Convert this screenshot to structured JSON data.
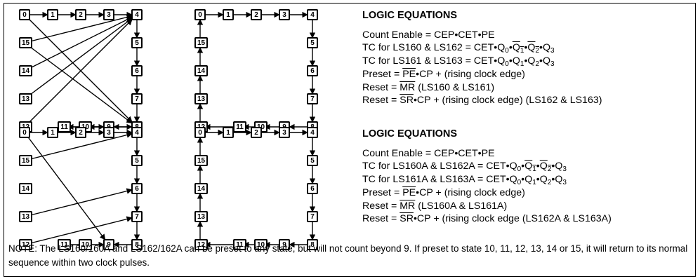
{
  "diagrams": [
    {
      "labels": [
        "0",
        "1",
        "2",
        "3",
        "4",
        "5",
        "6",
        "7",
        "8",
        "9",
        "10",
        "11",
        "12",
        "13",
        "14",
        "15"
      ],
      "extra_edges": [
        [
          15,
          4
        ],
        [
          14,
          4
        ],
        [
          13,
          4
        ],
        [
          12,
          4
        ],
        [
          0,
          8
        ],
        [
          15,
          8
        ],
        [
          11,
          8
        ],
        [
          10,
          9
        ]
      ],
      "skip_default": [
        [
          11,
          12
        ],
        [
          12,
          13
        ],
        [
          13,
          14
        ],
        [
          14,
          15
        ],
        [
          15,
          0
        ]
      ]
    },
    {
      "labels": [
        "0",
        "1",
        "2",
        "3",
        "4",
        "5",
        "6",
        "7",
        "8",
        "9",
        "10",
        "11",
        "12",
        "13",
        "14",
        "15"
      ],
      "extra_edges": [],
      "skip_default": []
    },
    {
      "labels": [
        "0",
        "1",
        "2",
        "3",
        "4",
        "5",
        "6",
        "7",
        "8",
        "9",
        "10",
        "11",
        "12",
        "13",
        "14",
        "15"
      ],
      "extra_edges": [
        [
          15,
          4
        ],
        [
          13,
          6
        ],
        [
          12,
          7
        ],
        [
          0,
          9
        ],
        [
          11,
          9
        ]
      ],
      "skip_default": [
        [
          11,
          12
        ],
        [
          12,
          13
        ],
        [
          13,
          14
        ],
        [
          14,
          15
        ],
        [
          15,
          0
        ],
        [
          9,
          10
        ],
        [
          10,
          11
        ]
      ]
    },
    {
      "labels": [
        "0",
        "1",
        "2",
        "3",
        "4",
        "5",
        "6",
        "7",
        "8",
        "9",
        "10",
        "11",
        "12",
        "13",
        "14",
        "15"
      ],
      "extra_edges": [],
      "skip_default": []
    }
  ],
  "equations_top": {
    "title": "LOGIC EQUATIONS",
    "l1": "Count Enable = CEP•CET•PE",
    "l2a": "TC for LS160 & LS162 = CET•Q",
    "l3a": "TC for LS161 & LS163 = CET•Q",
    "l4b": "•CP + (rising clock edge)",
    "l5b": " (LS160 & LS161)",
    "l6b": "•CP + (rising clock edge) (LS162 & LS163)"
  },
  "equations_bottom": {
    "title": "LOGIC EQUATIONS",
    "l1": "Count Enable = CEP•CET•PE",
    "l2a": "TC for LS160A & LS162A = CET•Q",
    "l3a": "TC for LS161A & LS163A = CET•Q",
    "l4b": "•CP + (rising clock edge)",
    "l5b": " (LS160A & LS161A)",
    "l6b": "•CP + (rising clock edge (LS162A & LS163A)"
  },
  "common": {
    "q": "Q",
    "sub0": "0",
    "sub1": "1",
    "sub2": "2",
    "sub3": "3",
    "bullet": "•",
    "preset": "Preset = ",
    "reset": "Reset = ",
    "pe": "PE",
    "mr": "MR",
    "sr": "SR"
  },
  "note": "NOTE: The LS160/160A and LS162/162A can be preset to any state, but will not count beyond 9. If preset to state 10, 11, 12, 13, 14 or 15, it will return to its normal sequence within two clock pulses."
}
